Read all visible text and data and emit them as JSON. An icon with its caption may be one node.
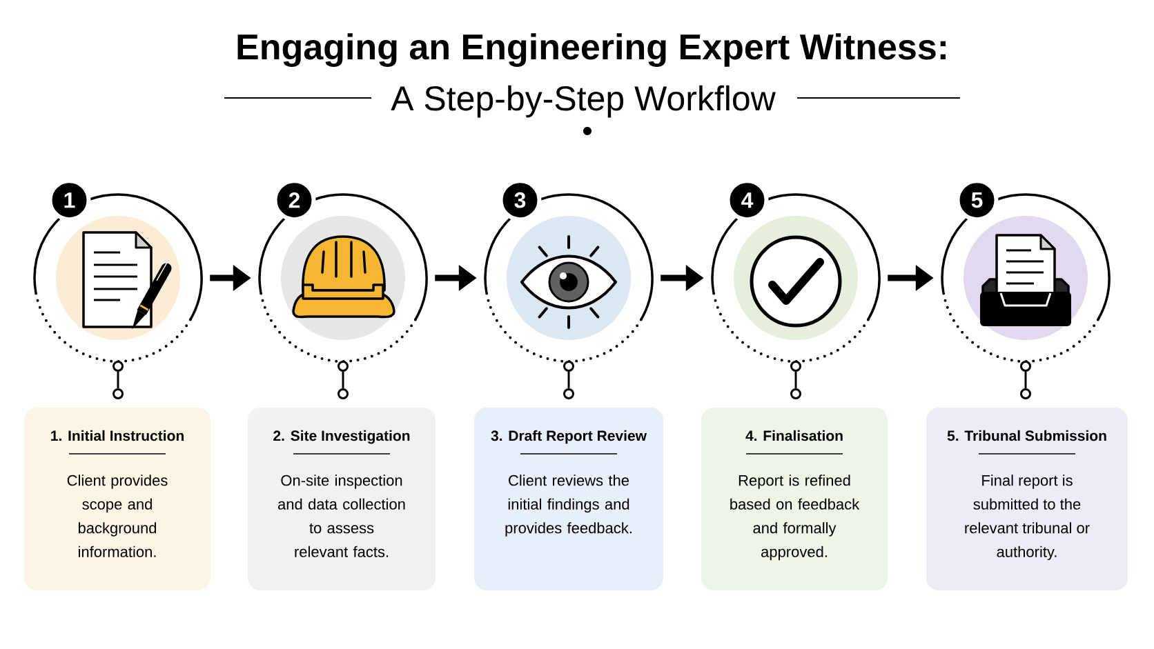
{
  "diagram": {
    "title": "Engaging an Engineering Expert Witness:",
    "nodes": [
      {
        "text": [
          "1"
        ]
      },
      {
        "text": [
          "2"
        ]
      },
      {
        "text": [
          "3"
        ]
      },
      {
        "text": [
          "4"
        ]
      },
      {
        "text": [
          "5"
        ]
      },
      {
        "text": [],
        "shape": "circle"
      },
      {
        "text": [],
        "shape": "circle"
      },
      {
        "text": [],
        "shape": "circle"
      },
      {
        "text": [],
        "shape": "circle"
      },
      {
        "text": [],
        "shape": "circle"
      },
      {
        "text": [],
        "shape": "circle"
      },
      {
        "text": [],
        "shape": "circle"
      },
      {
        "text": [],
        "shape": "circle"
      },
      {
        "text": [],
        "shape": "circle"
      },
      {
        "text": [],
        "shape": "circle"
      },
      {
        "text": [
          "1. Initial Instruction",
          "Client provides scope and background information."
        ]
      },
      {
        "text": [
          "2. Site Investigation",
          "On-site inspection and data collection to assess relevant facts."
        ]
      },
      {
        "text": [
          "3. Draft Report Review",
          "Client reviews the initial findings and provides feedback."
        ]
      },
      {
        "text": [
          "4. Finalisation",
          "Report is refined based on feedback and formally approved."
        ]
      },
      {
        "text": [
          "5. Tribunal Submission",
          "Final report is submitted to the relevant tribunal or authority."
        ]
      }
    ],
    "edges": [
      {
        "from": 0,
        "to": 1,
        "arrow": "to",
        "style": "thick"
      },
      {
        "from": 1,
        "to": 2,
        "arrow": "to",
        "style": "thick"
      },
      {
        "from": 2,
        "to": 3,
        "arrow": "to",
        "style": "thick"
      },
      {
        "from": 3,
        "to": 4,
        "arrow": "to",
        "style": "thick"
      },
      {
        "from": 5,
        "to": 10,
        "arrow": "none"
      },
      {
        "from": 6,
        "to": 11,
        "arrow": "none"
      },
      {
        "from": 7,
        "to": 12,
        "arrow": "none"
      },
      {
        "from": 8,
        "to": 13,
        "arrow": "none"
      },
      {
        "from": 9,
        "to": 14,
        "arrow": "none"
      }
    ],
    "labels": [
      "A Step-by-Step Workflow"
    ]
  }
}
